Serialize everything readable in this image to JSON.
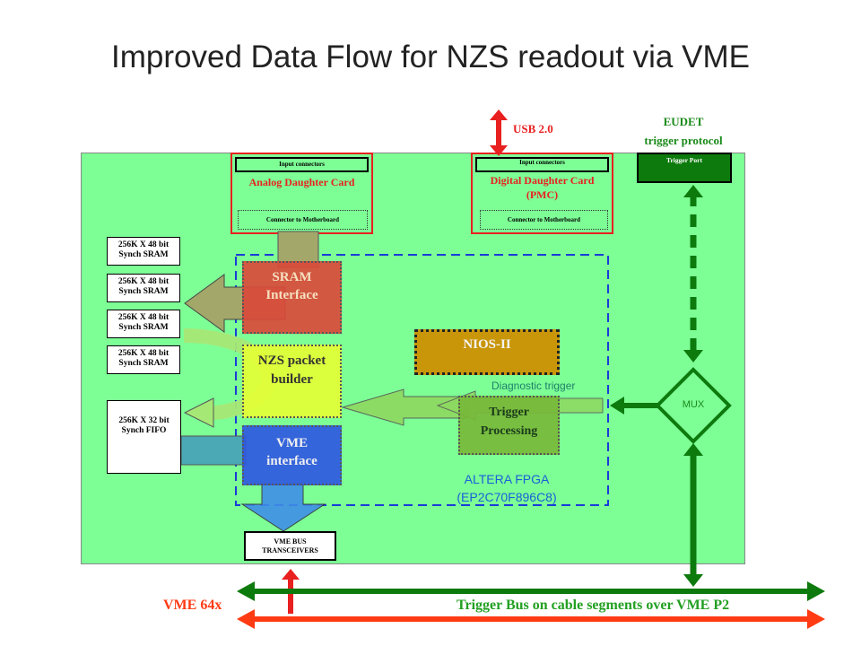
{
  "title": "Improved Data Flow for NZS readout via VME",
  "usb_label": "USB 2.0",
  "eudet_label_1": "EUDET",
  "eudet_label_2": "trigger protocol",
  "analog_card": {
    "input": "Input connectors",
    "name": "Analog Daughter Card",
    "connector": "Connector to Motherboard"
  },
  "digital_card": {
    "input": "Input connectors",
    "name_1": "Digital Daughter Card",
    "name_2": "(PMC)",
    "connector": "Connector to Motherboard"
  },
  "trigger_port": "Trigger Port",
  "srams": [
    {
      "line1": "256K X 48 bit",
      "line2": "Synch SRAM"
    },
    {
      "line1": "256K X 48 bit",
      "line2": "Synch SRAM"
    },
    {
      "line1": "256K X 48 bit",
      "line2": "Synch SRAM"
    },
    {
      "line1": "256K X 48 bit",
      "line2": "Synch SRAM"
    }
  ],
  "fifo": {
    "line1": "256K X 32 bit",
    "line2": "Synch FIFO"
  },
  "sram_interface": {
    "line1": "SRAM",
    "line2": "Interface"
  },
  "nzs_builder": {
    "line1": "NZS packet",
    "line2": "builder"
  },
  "vme_interface": {
    "line1": "VME",
    "line2": "interface"
  },
  "nios": "NIOS-II",
  "trigger_processing": {
    "line1": "Trigger",
    "line2": "Processing"
  },
  "diagnostic_trigger": "Diagnostic trigger",
  "mux": "MUX",
  "fpga": {
    "line1": "ALTERA FPGA",
    "line2": "(EP2C70F896C8)"
  },
  "vme_transceivers": {
    "line1": "VME BUS",
    "line2": "TRANSCEIVERS"
  },
  "vme64x": "VME 64x",
  "trigger_bus": "Trigger Bus on cable segments over VME P2",
  "colors": {
    "board": "#7dff96",
    "red": "#e82020",
    "green_bus": "#0d7a0d",
    "sram_if": "#d94a3a",
    "nzs": "#e5ff33",
    "vme_if": "#2f58e0",
    "nios": "#c9960a",
    "trigger_proc": "#77b83a"
  }
}
